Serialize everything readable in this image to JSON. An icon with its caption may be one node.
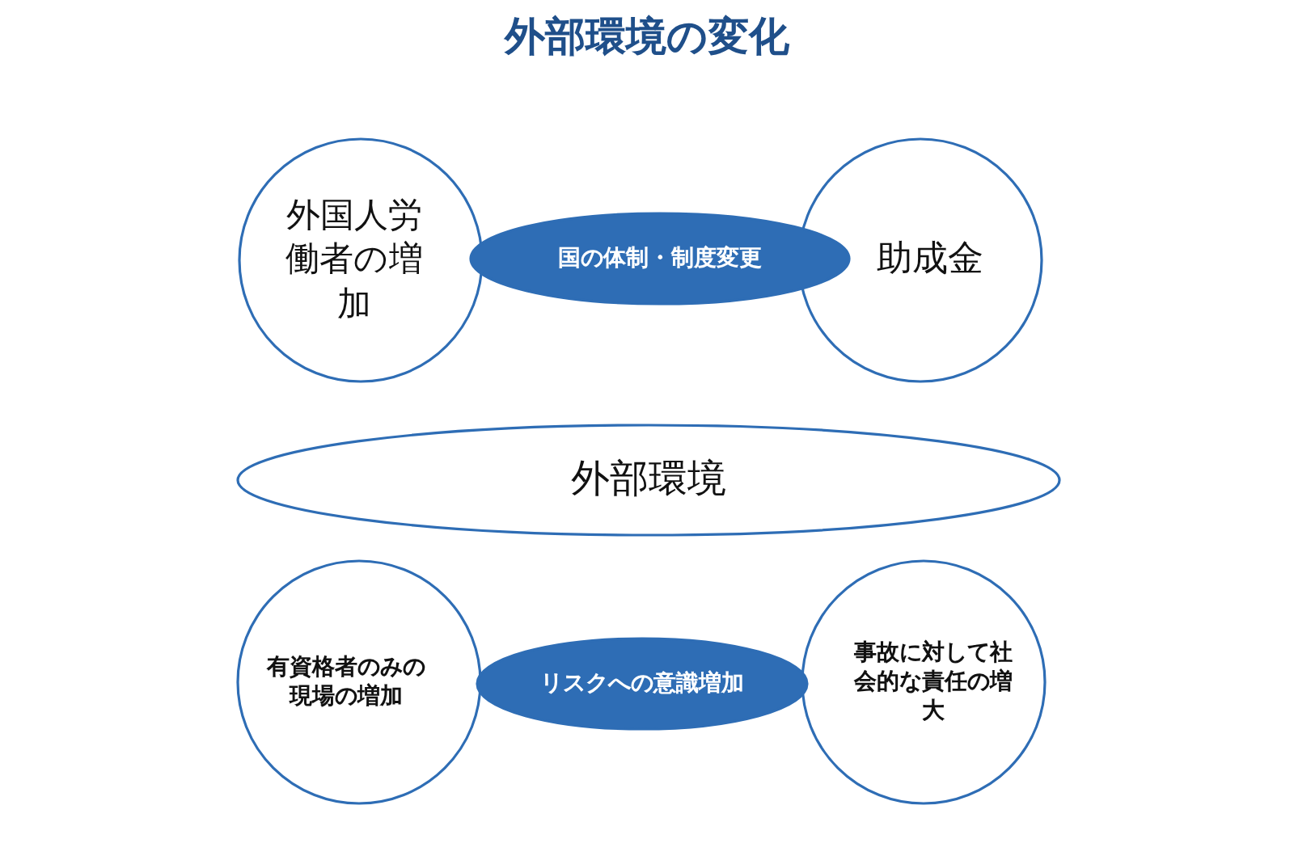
{
  "diagram": {
    "title": "外部環境の変化",
    "nodes": [
      {
        "text": [
          "外国人労働者の増加"
        ]
      },
      {
        "text": [
          "国の体制・制度変更"
        ]
      },
      {
        "text": [
          "助成金"
        ]
      },
      {
        "text": [
          "外部環境"
        ]
      },
      {
        "text": [
          "有資格者のみの現場の増加"
        ]
      },
      {
        "text": [
          "リスクへの意識増加"
        ]
      },
      {
        "text": [
          "事故に対して社会的な責任の増大"
        ]
      }
    ]
  }
}
